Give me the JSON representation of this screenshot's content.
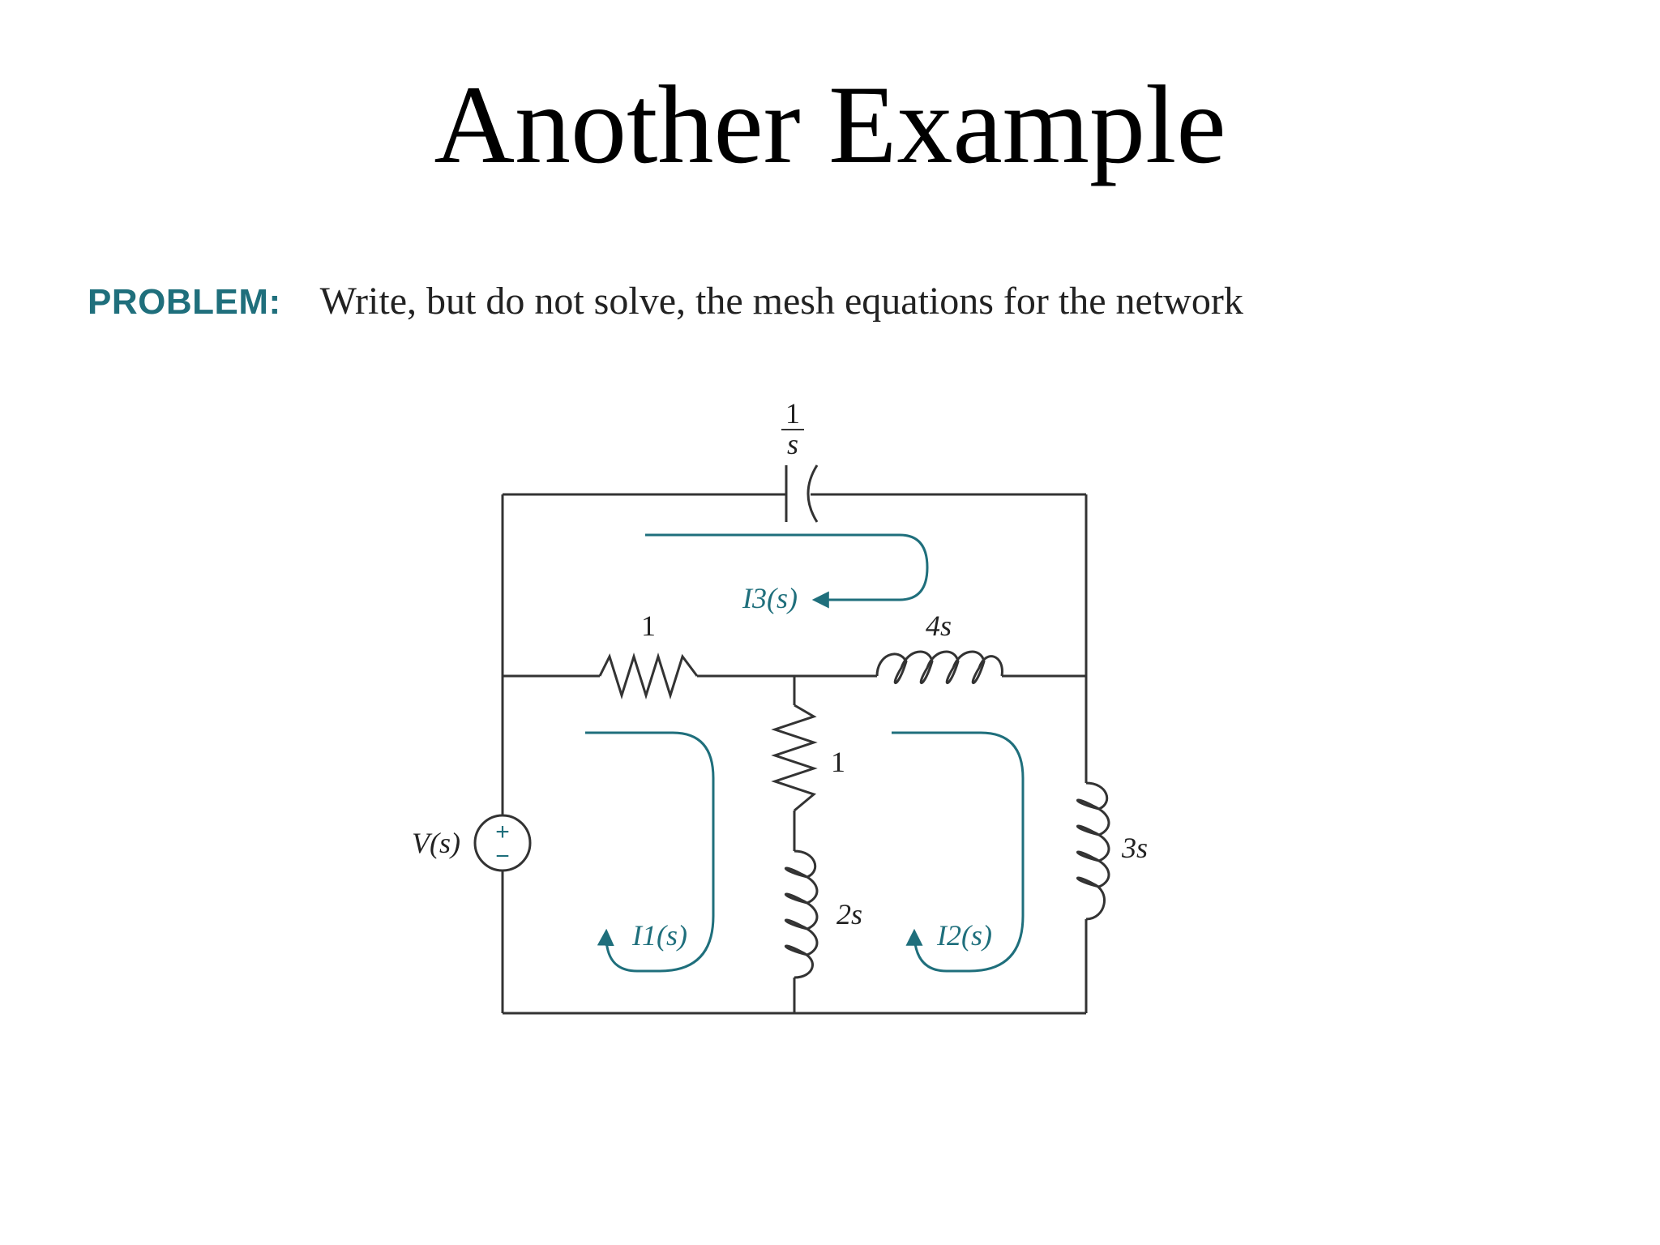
{
  "slide": {
    "title": "Another Example"
  },
  "problem": {
    "label": "PROBLEM:",
    "text": "Write, but do not solve, the mesh equations for the network"
  },
  "circuit": {
    "colors": {
      "wire": "#333333",
      "mesh": "#1f6f7c"
    },
    "labels": {
      "capacitor_num": "1",
      "capacitor_den": "s",
      "resistor_top": "1",
      "inductor_top": "4s",
      "resistor_mid": "1",
      "inductor_mid": "2s",
      "inductor_right": "3s",
      "source": "V(s)",
      "source_plus": "+",
      "source_minus": "−"
    },
    "currents": {
      "i1": "I1(s)",
      "i2": "I2(s)",
      "i3": "I3(s)"
    }
  }
}
